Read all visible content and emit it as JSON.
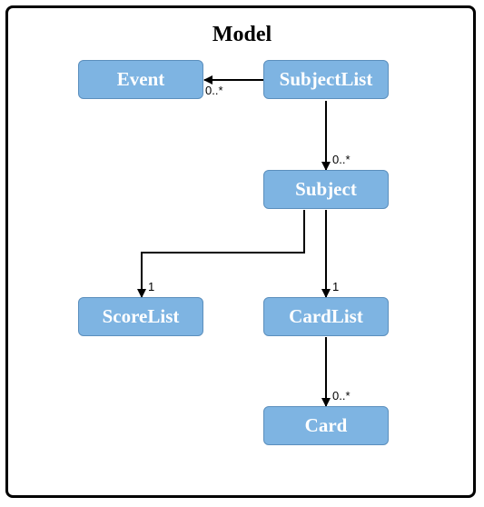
{
  "diagram": {
    "title": "Model",
    "nodes": {
      "event": "Event",
      "subject_list": "SubjectList",
      "subject": "Subject",
      "score_list": "ScoreList",
      "card_list": "CardList",
      "card": "Card"
    },
    "multiplicities": {
      "subject_list_to_event": "0..*",
      "subject_list_to_subject": "0..*",
      "subject_to_score_list": "1",
      "subject_to_card_list": "1",
      "card_list_to_card": "0..*"
    },
    "colors": {
      "node_fill": "#7eb4e2",
      "node_border": "#5b8fbd",
      "node_text": "#ffffff",
      "edge": "#000000"
    }
  }
}
